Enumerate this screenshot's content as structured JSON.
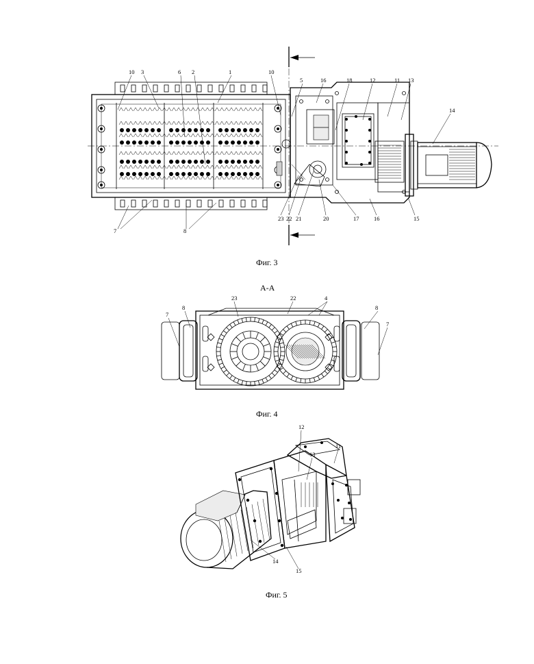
{
  "figures": [
    {
      "caption": "Фиг. 3",
      "labels": [
        "10",
        "3",
        "6",
        "2",
        "1",
        "10",
        "5",
        "16",
        "18",
        "12",
        "11",
        "13",
        "14",
        "7",
        "8",
        "23",
        "22",
        "21",
        "20",
        "17",
        "16",
        "15"
      ]
    },
    {
      "caption": "Фиг. 4",
      "section_title": "А-А",
      "labels": [
        "7",
        "8",
        "23",
        "22",
        "4",
        "8",
        "7"
      ]
    },
    {
      "caption": "Фиг. 5",
      "labels": [
        "12",
        "13",
        "11",
        "14",
        "15"
      ]
    }
  ]
}
